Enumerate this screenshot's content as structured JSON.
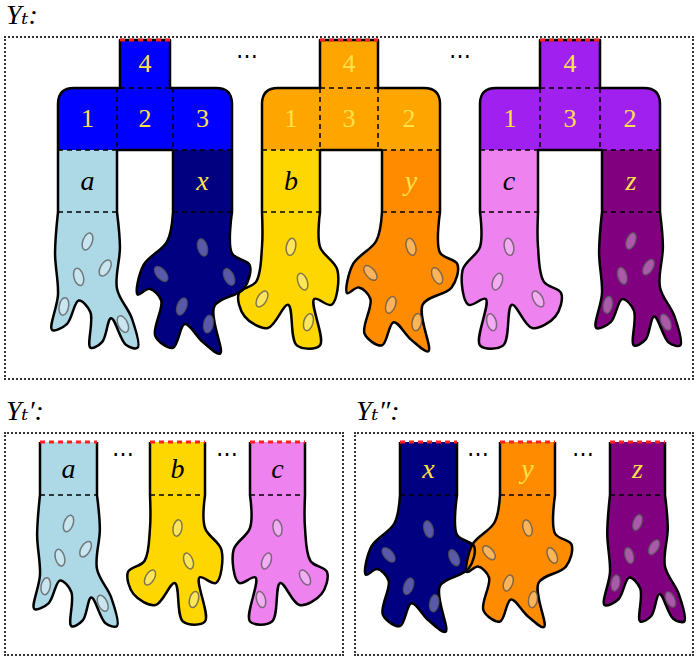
{
  "diagram": {
    "nodes": [
      {
        "text": [
          "Yₜ:"
        ]
      },
      {
        "text": [
          "4"
        ],
        "in": 0
      },
      {
        "text": [
          "1"
        ],
        "in": 0
      },
      {
        "text": [
          "2"
        ],
        "in": 0
      },
      {
        "text": [
          "3"
        ],
        "in": 0
      },
      {
        "text": [
          "a"
        ],
        "in": 0
      },
      {
        "text": [
          "x"
        ],
        "in": 0
      },
      {
        "text": [
          "4"
        ],
        "in": 0
      },
      {
        "text": [
          "1"
        ],
        "in": 0
      },
      {
        "text": [
          "3"
        ],
        "in": 0
      },
      {
        "text": [
          "2"
        ],
        "in": 0
      },
      {
        "text": [
          "b"
        ],
        "in": 0
      },
      {
        "text": [
          "y"
        ],
        "in": 0
      },
      {
        "text": [
          "4"
        ],
        "in": 0
      },
      {
        "text": [
          "1"
        ],
        "in": 0
      },
      {
        "text": [
          "3"
        ],
        "in": 0
      },
      {
        "text": [
          "2"
        ],
        "in": 0
      },
      {
        "text": [
          "c"
        ],
        "in": 0
      },
      {
        "text": [
          "z"
        ],
        "in": 0
      },
      {
        "text": [
          "Yₜ′:"
        ]
      },
      {
        "text": [
          "a"
        ],
        "in": 19
      },
      {
        "text": [
          "b"
        ],
        "in": 19
      },
      {
        "text": [
          "c"
        ],
        "in": 19
      },
      {
        "text": [
          "Yₜ″:"
        ]
      },
      {
        "text": [
          "x"
        ],
        "in": 23
      },
      {
        "text": [
          "y"
        ],
        "in": 23
      },
      {
        "text": [
          "z"
        ],
        "in": 23
      }
    ],
    "labels": [
      "⋯",
      "⋯",
      "⋯",
      "⋯",
      "⋯",
      "⋯"
    ]
  }
}
